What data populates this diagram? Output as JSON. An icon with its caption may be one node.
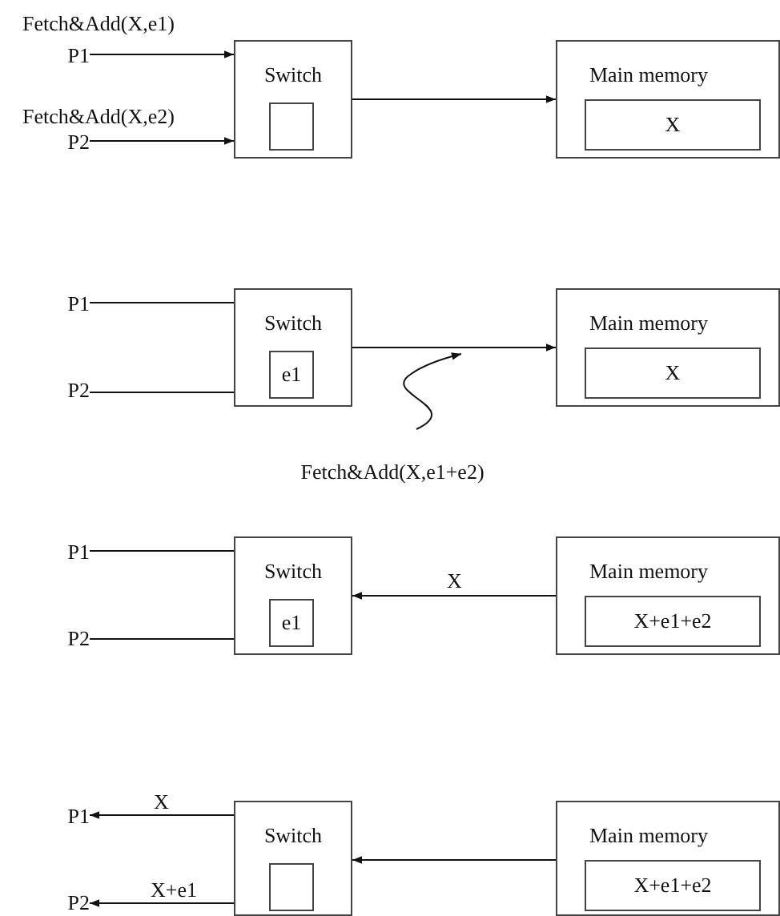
{
  "diagram": {
    "nodes": [
      {
        "text": [
          "P1"
        ]
      },
      {
        "text": [
          "P2"
        ]
      },
      {
        "text": [
          "Switch"
        ]
      },
      {
        "text": [],
        "shape": "box",
        "in": 2
      },
      {
        "text": [
          "Main memory"
        ]
      },
      {
        "text": [
          "X"
        ],
        "in": 4
      },
      {
        "text": [
          "P1"
        ]
      },
      {
        "text": [
          "P2"
        ]
      },
      {
        "text": [
          "Switch"
        ]
      },
      {
        "text": [
          "e1"
        ],
        "in": 8
      },
      {
        "text": [
          "Main memory"
        ]
      },
      {
        "text": [
          "X"
        ],
        "in": 10
      },
      {
        "text": [
          "Fetch&Add(X,e1+e2)"
        ]
      },
      {
        "text": [
          "P1"
        ]
      },
      {
        "text": [
          "P2"
        ]
      },
      {
        "text": [
          "Switch"
        ]
      },
      {
        "text": [
          "e1"
        ],
        "in": 15
      },
      {
        "text": [
          "Main memory"
        ]
      },
      {
        "text": [
          "X+e1+e2"
        ],
        "in": 17
      },
      {
        "text": [
          "P1"
        ]
      },
      {
        "text": [
          "P2"
        ]
      },
      {
        "text": [
          "Switch"
        ]
      },
      {
        "text": [],
        "shape": "box",
        "in": 21
      },
      {
        "text": [
          "Main memory"
        ]
      },
      {
        "text": [
          "X+e1+e2"
        ],
        "in": 23
      }
    ],
    "edges": [
      {
        "from": 0,
        "to": 2,
        "arrow": "to",
        "label": "Fetch&Add(X,e1)"
      },
      {
        "from": 1,
        "to": 2,
        "arrow": "to",
        "label": "Fetch&Add(X,e2)"
      },
      {
        "from": 2,
        "to": 4,
        "arrow": "to"
      },
      {
        "from": 6,
        "to": 8,
        "arrow": "none"
      },
      {
        "from": 7,
        "to": 8,
        "arrow": "none"
      },
      {
        "from": 8,
        "to": 10,
        "arrow": "to"
      },
      {
        "from": 12,
        "to": null,
        "arrow": "to"
      },
      {
        "from": 13,
        "to": 15,
        "arrow": "none"
      },
      {
        "from": 14,
        "to": 15,
        "arrow": "none"
      },
      {
        "from": 17,
        "to": 15,
        "arrow": "to",
        "label": "X"
      },
      {
        "from": 21,
        "to": 19,
        "arrow": "to",
        "label": "X"
      },
      {
        "from": 21,
        "to": 20,
        "arrow": "to",
        "label": "X+e1"
      },
      {
        "from": 23,
        "to": 21,
        "arrow": "to"
      }
    ]
  }
}
